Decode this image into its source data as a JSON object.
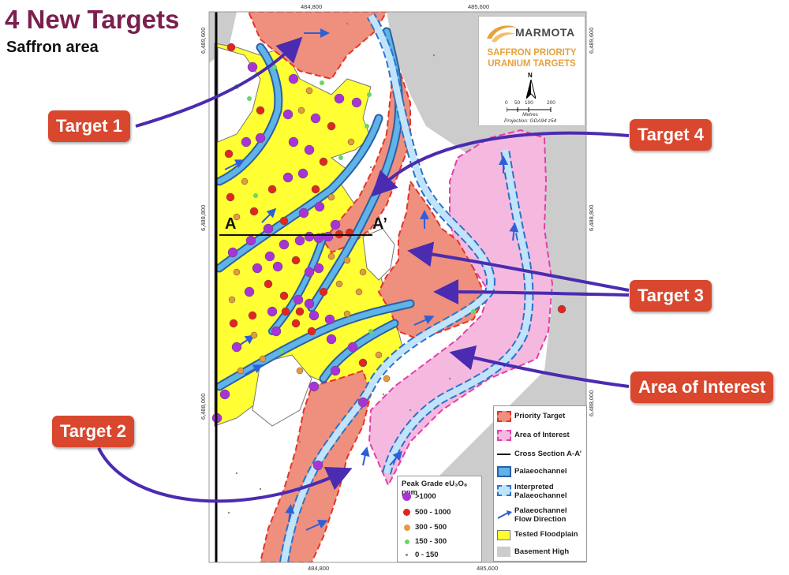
{
  "header": {
    "title": "4 New Targets",
    "subtitle": "Saffron area"
  },
  "callouts": {
    "target1": "Target 1",
    "target2": "Target 2",
    "target3": "Target 3",
    "target4": "Target 4",
    "area_of_interest": "Area of Interest"
  },
  "map": {
    "section_start": "A",
    "section_end": "A’",
    "easting_labels": [
      "484,800",
      "485,600"
    ],
    "northing_labels": [
      "6,489,600",
      "6,488,800",
      "6,488,000"
    ],
    "colors": {
      "priority_target": "#ef8f7d",
      "priority_border": "#e2352a",
      "area_of_interest": "#f5b9e0",
      "aoi_border": "#e23fa8",
      "palaeochannel": "#5fb3e6",
      "floodplain": "#ffff33",
      "basement": "#cccccc",
      "arrow": "#4b2bb0"
    }
  },
  "logo": {
    "brand": "MARMOTA",
    "subtitle_line1": "SAFFRON PRIORITY",
    "subtitle_line2": "URANIUM TARGETS",
    "north": "N",
    "scale_ticks": [
      "0",
      "50",
      "100",
      "200"
    ],
    "scale_unit": "Metres",
    "projection": "Projection: GDA94 z54"
  },
  "legend": {
    "items": [
      {
        "label": "Priority Target",
        "icon": "priority-target-swatch"
      },
      {
        "label": "Area of Interest",
        "icon": "area-of-interest-swatch"
      },
      {
        "label": "Cross Section A-A’",
        "icon": "cross-section-line"
      },
      {
        "label": "Palaeochannel",
        "icon": "palaeochannel-swatch"
      },
      {
        "label": "Interpreted Palaeochannel",
        "icon": "interpreted-palaeochannel-swatch"
      },
      {
        "label": "Palaeochannel Flow Direction",
        "icon": "flow-arrow-icon"
      },
      {
        "label": "Tested Floodplain",
        "icon": "floodplain-swatch"
      },
      {
        "label": "Basement High",
        "icon": "basement-swatch"
      }
    ]
  },
  "grade_legend": {
    "title": "Peak Grade eU₃O₈ ppm",
    "items": [
      {
        "label": ">1000",
        "color": "#a833d6"
      },
      {
        "label": "500 - 1000",
        "color": "#e0261f"
      },
      {
        "label": "300 - 500",
        "color": "#e59a3b"
      },
      {
        "label": "150 - 300",
        "color": "#66d66a"
      },
      {
        "label": "0 - 150",
        "color": "#888888"
      }
    ]
  }
}
